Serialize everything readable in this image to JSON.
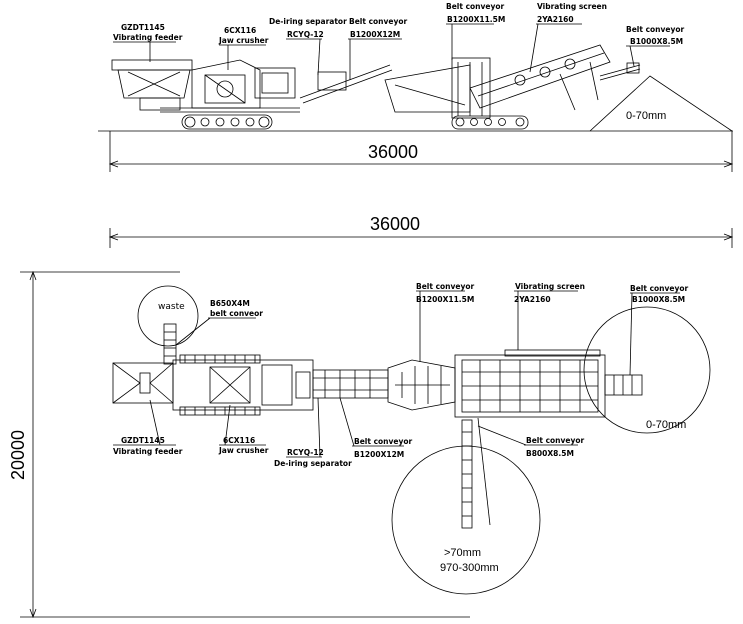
{
  "dimensions": {
    "side_length": "36000",
    "top_length": "36000",
    "height": "20000"
  },
  "side_view": {
    "feeder": {
      "model": "GZDT1145",
      "name": "Vibrating feeder"
    },
    "crusher": {
      "model": "6CX116",
      "name": "Jaw crusher"
    },
    "separator": {
      "name": "De-iring separator",
      "model": "RCYQ-12"
    },
    "conveyor1": {
      "name": "Belt conveyor",
      "model": "B1200X12M"
    },
    "conveyor2": {
      "name": "Belt conveyor",
      "model": "B1200X11.5M"
    },
    "screen": {
      "name": "Vibrating screen",
      "model": "2YA2160"
    },
    "conveyor3": {
      "name": "Belt conveyor",
      "model": "B1000X8.5M"
    },
    "output": "0-70mm"
  },
  "top_view": {
    "waste": "waste",
    "waste_conveyor": {
      "model": "B650X4M",
      "name": "belt conveor"
    },
    "conveyor_a": {
      "name": "Belt conveyor",
      "model": "B1200X11.5M"
    },
    "screen": {
      "name": "Vibrating screen",
      "model": "2YA2160"
    },
    "conveyor_b": {
      "name": "Belt conveyor",
      "model": "B1000X8.5M"
    },
    "feeder": {
      "model": "GZDT1145",
      "name": "Vibrating feeder"
    },
    "crusher": {
      "model": "6CX116",
      "name": "Jaw crusher"
    },
    "separator": {
      "model": "RCYQ-12",
      "name": "De-iring separator"
    },
    "conveyor_c": {
      "name": "Belt conveyor",
      "model": "B1200X12M"
    },
    "conveyor_d": {
      "name": "Belt conveyor",
      "model": "B800X8.5M"
    },
    "output_fine": "0-70mm",
    "output_coarse_1": ">70mm",
    "output_coarse_2": "970-300mm"
  }
}
